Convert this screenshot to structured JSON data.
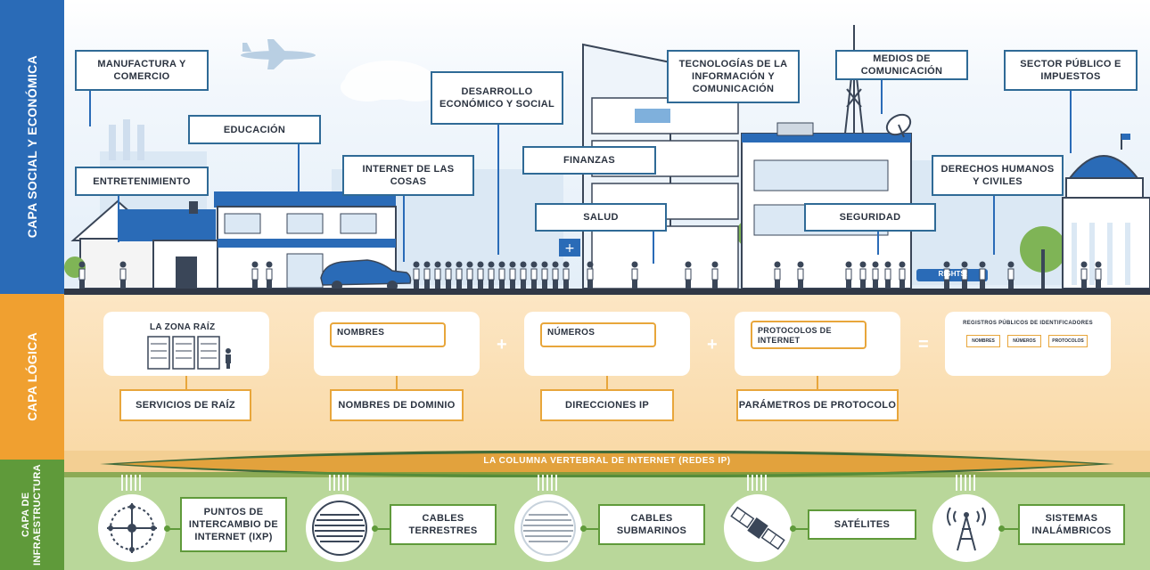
{
  "layers": {
    "social": "CAPA SOCIAL Y ECONÓMICA",
    "logic": "CAPA LÓGICA",
    "infra": "CAPA DE INFRAESTRUCTURA"
  },
  "social_labels": {
    "manufactura": "MANUFACTURA Y COMERCIO",
    "educacion": "EDUCACIÓN",
    "entretenimiento": "ENTRETENIMIENTO",
    "internet_cosas": "INTERNET DE LAS COSAS",
    "desarrollo": "DESARROLLO ECONÓMICO Y SOCIAL",
    "finanzas": "FINANZAS",
    "salud": "SALUD",
    "tic": "TECNOLOGÍAS DE LA INFORMACIÓN Y COMUNICACIÓN",
    "medios": "MEDIOS DE COMUNICACIÓN",
    "seguridad": "SEGURIDAD",
    "sector_publico": "SECTOR PÚBLICO E IMPUESTOS",
    "derechos": "DERECHOS HUMANOS Y CIVILES",
    "rights_banner": "RIGHTS!"
  },
  "logic": {
    "zona_raiz": "LA ZONA RAÍZ",
    "nombres": "NOMBRES",
    "numeros": "NÚMEROS",
    "protocolos": "PROTOCOLOS DE INTERNET",
    "registros": "REGISTROS PÚBLICOS DE IDENTIFICADORES",
    "mini_nombres": "NOMBRES",
    "mini_numeros": "NÚMEROS",
    "mini_protocolos": "PROTOCOLOS",
    "plus": "+",
    "equals": "=",
    "servicios_raiz": "SERVICIOS DE RAÍZ",
    "nombres_dominio": "NOMBRES DE DOMINIO",
    "direcciones_ip": "DIRECCIONES IP",
    "parametros": "PARÁMETROS DE PROTOCOLO"
  },
  "backbone": "LA COLUMNA VERTEBRAL DE INTERNET (REDES IP)",
  "infra": {
    "ixp": "PUNTOS DE INTERCAMBIO DE INTERNET (IXP)",
    "terrestres": "CABLES TERRESTRES",
    "submarinos": "CABLES SUBMARINOS",
    "satelites": "SATÉLITES",
    "inalambricos": "SISTEMAS INALÁMBRICOS"
  },
  "colors": {
    "social": "#2a6bb7",
    "logic": "#f0a030",
    "infra": "#5f9a3a",
    "outline": "#2f6a96"
  },
  "icons": [
    "airplane-icon",
    "cloud-icon",
    "house-icon",
    "car-icon",
    "tree-icon",
    "antenna-tower-icon",
    "satellite-dish-icon",
    "dome-building-icon",
    "server-rack-icon",
    "world-map-icon",
    "satellite-icon",
    "radio-tower-icon",
    "cable-icon",
    "exchange-node-icon"
  ]
}
